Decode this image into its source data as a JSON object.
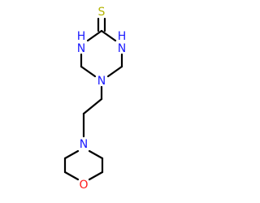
{
  "molecule": {
    "atoms": {
      "sulfur": {
        "label": "S",
        "color": "#b3b300"
      },
      "nh_left": {
        "label": "H\nN",
        "symbol": "N",
        "hydrogen": "H",
        "color": "#1a1aff"
      },
      "nh_right": {
        "label": "H\nN",
        "symbol": "N",
        "hydrogen": "H",
        "color": "#1a1aff"
      },
      "n_ring": {
        "label": "N",
        "color": "#1a1aff"
      },
      "n_morpholine": {
        "label": "N",
        "color": "#1a1aff"
      },
      "oxygen": {
        "label": "O",
        "color": "#ff1a1a"
      }
    },
    "bond_color": "#000000"
  }
}
